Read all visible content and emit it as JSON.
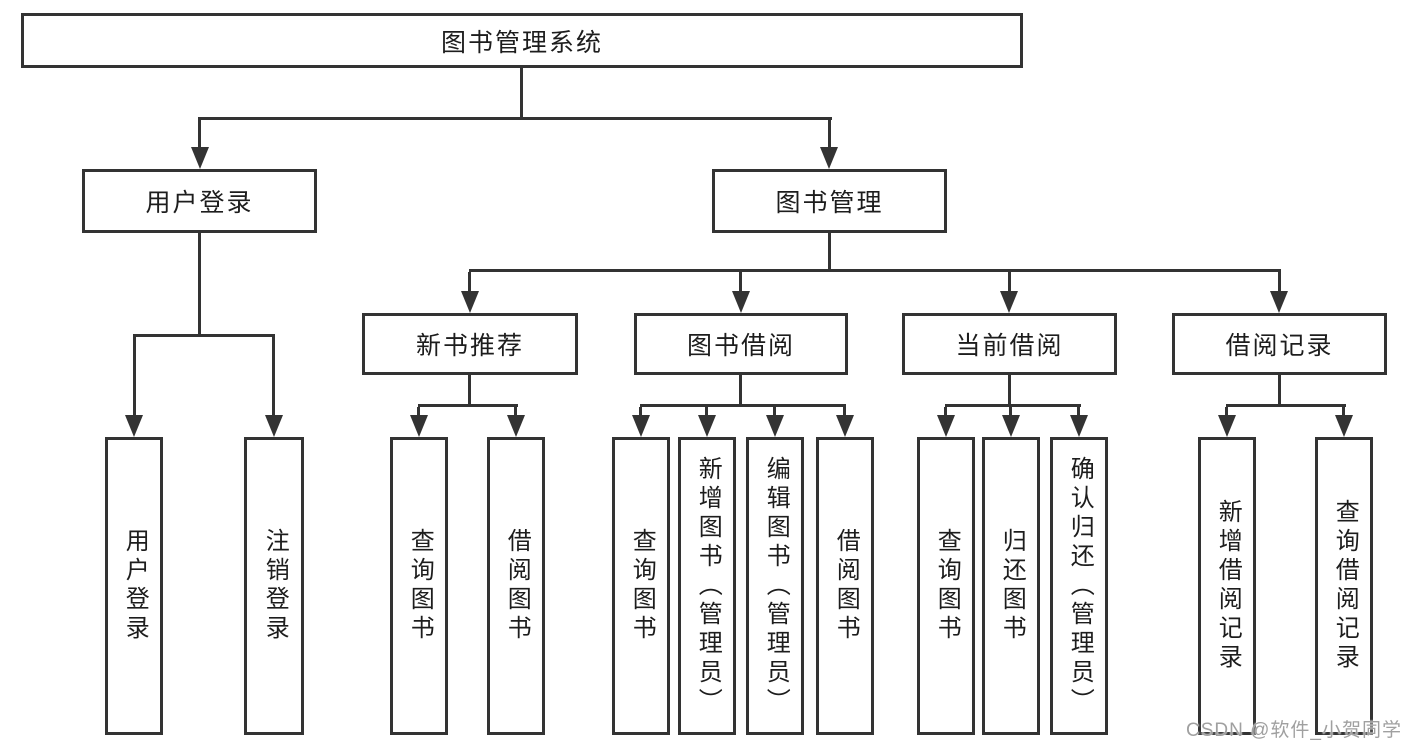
{
  "diagram": {
    "root": {
      "label": "图书管理系统"
    },
    "branches": [
      {
        "label": "用户登录",
        "children": [
          {
            "label": "用户登录"
          },
          {
            "label": "注销登录"
          }
        ]
      },
      {
        "label": "图书管理",
        "children": [
          {
            "label": "新书推荐",
            "children": [
              {
                "label": "查询图书"
              },
              {
                "label": "借阅图书"
              }
            ]
          },
          {
            "label": "图书借阅",
            "children": [
              {
                "label": "查询图书"
              },
              {
                "label": "新增图书（管理员）"
              },
              {
                "label": "编辑图书（管理员）"
              },
              {
                "label": "借阅图书"
              }
            ]
          },
          {
            "label": "当前借阅",
            "children": [
              {
                "label": "查询图书"
              },
              {
                "label": "归还图书"
              },
              {
                "label": "确认归还（管理员）"
              }
            ]
          },
          {
            "label": "借阅记录",
            "children": [
              {
                "label": "新增借阅记录"
              },
              {
                "label": "查询借阅记录"
              }
            ]
          }
        ]
      }
    ]
  },
  "colors": {
    "line": "#333333",
    "watermark": "#a0a0a0"
  },
  "watermark": {
    "text": "CSDN @软件_小贺同学"
  }
}
